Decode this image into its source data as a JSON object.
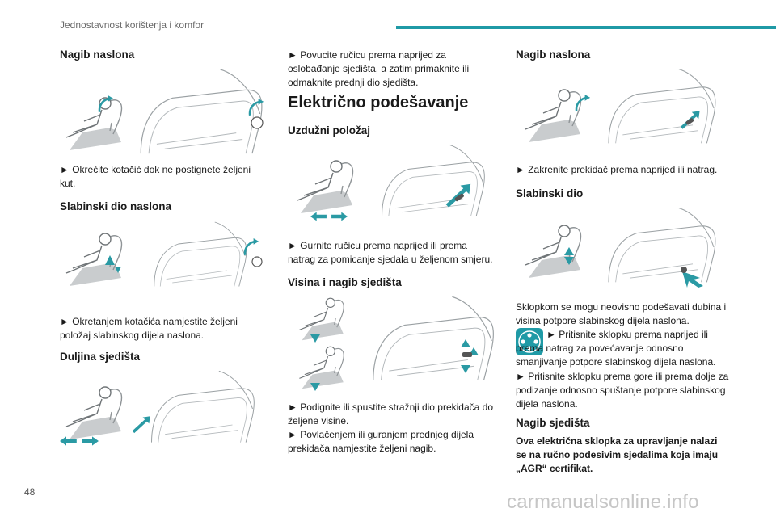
{
  "header": {
    "section_title": "Jednostavnost korištenja i komfor"
  },
  "page_number": "48",
  "watermark": "carmanualsonline.info",
  "colors": {
    "accent": "#1f9aa6",
    "arrow": "#2a9aa4",
    "line": "#9aa0a3",
    "shade": "#c9ccce"
  },
  "col1": {
    "h_nagib": "Nagib naslona",
    "p_nagib": "► Okrećite kotačić dok ne postignete željeni kut.",
    "h_slabinski": "Slabinski dio naslona",
    "p_slabinski": "► Okretanjem kotačića namjestite željeni položaj slabinskog dijela naslona.",
    "h_duljina": "Duljina sjedišta"
  },
  "col2": {
    "p_duljina": "► Povucite ručicu prema naprijed za oslobađanje sjedišta, a zatim primaknite ili odmaknite prednji dio sjedišta.",
    "h_elektricno": "Električno podešavanje",
    "h_uzduzni": "Uzdužni položaj",
    "p_uzduzni": "► Gurnite ručicu prema naprijed ili prema natrag za pomicanje sjedala u željenom smjeru.",
    "h_visina": "Visina i nagib sjedišta",
    "p_visina1": "► Podignite ili spustite stražnji dio prekidača do željene visine.",
    "p_visina2": "► Povlačenjem ili guranjem prednjeg dijela prekidača namjestite željeni nagib."
  },
  "col3": {
    "h_nagib": "Nagib naslona",
    "p_nagib": "► Zakrenite prekidač prema naprijed ili natrag.",
    "h_slabinski": "Slabinski dio",
    "p_sklopka": "Sklopkom se mogu neovisno podešavati dubina i visina potpore slabinskog dijela naslona.",
    "p_pritisnite1": "► Pritisnite sklopku prema naprijed ili prema natrag za povećavanje odnosno smanjivanje potpore slabinskog dijela naslona.",
    "p_pritisnite2": "► Pritisnite sklopku prema gore ili prema dolje za podizanje odnosno spuštanje potpore slabinskog dijela naslona.",
    "h_nagib_sjedista": "Nagib sjedišta",
    "p_agr": "Ova električna sklopka za upravljanje nalazi se na ručno podesivim sjedalima koja imaju „AGR“ certifikat."
  }
}
